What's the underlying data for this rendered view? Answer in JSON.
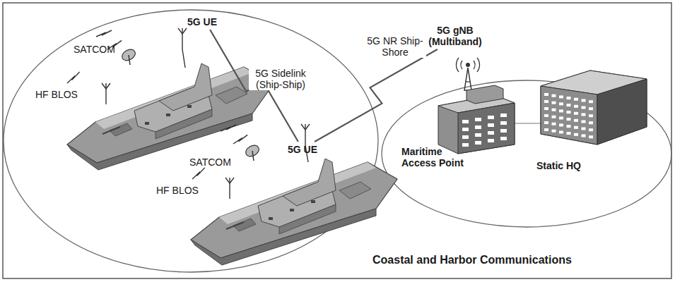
{
  "diagram": {
    "nodes": [
      {
        "text": [
          "5G UE"
        ]
      },
      {
        "text": [
          "5G UE"
        ]
      },
      {
        "text": [
          "5G gNB (Multiband)"
        ]
      },
      {
        "text": [
          "Maritime Access Point"
        ]
      },
      {
        "text": [
          "Static HQ"
        ]
      }
    ],
    "edges": [
      {
        "from": 0,
        "to": 1,
        "label": "5G Sidelink (Ship-Ship)",
        "arrow": "none"
      },
      {
        "from": 1,
        "to": 2,
        "label": "5G NR Ship-Shore",
        "arrow": "none"
      }
    ],
    "labels": [
      "SATCOM",
      "HF BLOS",
      "SATCOM",
      "HF BLOS",
      "Coastal and Harbor Communications"
    ]
  }
}
